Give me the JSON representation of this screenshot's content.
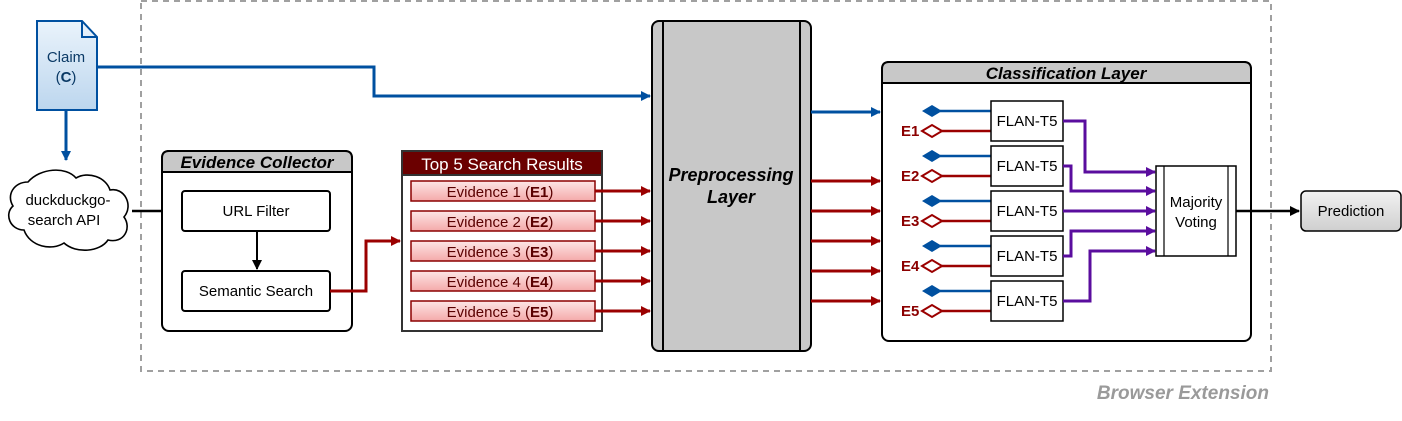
{
  "claim": {
    "line1": "Claim",
    "open": "(",
    "letter": "C",
    "close": ")"
  },
  "search_api": {
    "line1": "duckduckgo-",
    "line2": "search API"
  },
  "evidence_collector": {
    "title": "Evidence Collector",
    "url_filter": "URL Filter",
    "semantic_search": "Semantic Search"
  },
  "top5": {
    "title": "Top 5 Search Results",
    "items": [
      {
        "label": "Evidence 1 (",
        "code": "E1",
        "close": ")"
      },
      {
        "label": "Evidence 2 (",
        "code": "E2",
        "close": ")"
      },
      {
        "label": "Evidence 3 (",
        "code": "E3",
        "close": ")"
      },
      {
        "label": "Evidence 4 (",
        "code": "E4",
        "close": ")"
      },
      {
        "label": "Evidence 5 (",
        "code": "E5",
        "close": ")"
      }
    ]
  },
  "preprocessing": {
    "line1": "Preprocessing",
    "line2": "Layer"
  },
  "classification": {
    "title": "Classification Layer",
    "model_label": "FLAN-T5",
    "evidence_labels": [
      "E1",
      "E2",
      "E3",
      "E4",
      "E5"
    ],
    "voting": {
      "line1": "Majority",
      "line2": "Voting"
    }
  },
  "prediction": "Prediction",
  "browser_extension": "Browser Extension",
  "colors": {
    "blue": "#0050a0",
    "red": "#9b0000",
    "purple": "#5a0d9e",
    "dark_red_header": "#6b0000",
    "evidence_fill": "#f7c4c4",
    "gray_fill": "#c8c8c8"
  }
}
